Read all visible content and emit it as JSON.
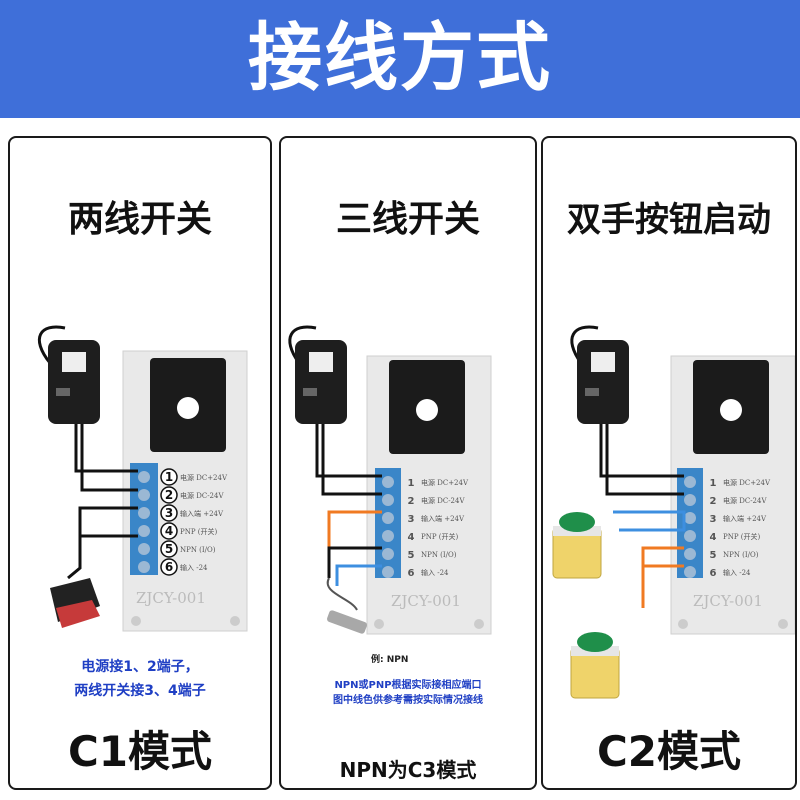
{
  "header": {
    "title": "接线方式",
    "bg_color": "#3f6fd9"
  },
  "panels": [
    {
      "title": "两线开关",
      "notes": [
        "电源接1、2端子，",
        "两线开关接3、4端子"
      ],
      "mode": "C1模式"
    },
    {
      "title": "三线开关",
      "example": "例: NPN",
      "notes": [
        "NPN或PNP根据实际接相应端口",
        "图中线色供参考需按实际情况接线"
      ],
      "mode": "NPN为C3模式"
    },
    {
      "title": "双手按钮启动",
      "mode": "C2模式"
    }
  ],
  "device": {
    "model": "ZJCY-001",
    "terminals": [
      "1",
      "2",
      "3",
      "4",
      "5",
      "6"
    ],
    "terminal_labels": [
      "电源 DC+24V",
      "电源 DC-24V",
      "输入端 +24V",
      "PNP (开关)",
      "NPN (I/O)",
      "输入 -24"
    ]
  },
  "colors": {
    "terminal_block": "#3a86c8",
    "wire_black": "#111111",
    "wire_orange": "#f07a22",
    "wire_blue": "#3d8fe0",
    "note_text": "#1f3fc4"
  }
}
